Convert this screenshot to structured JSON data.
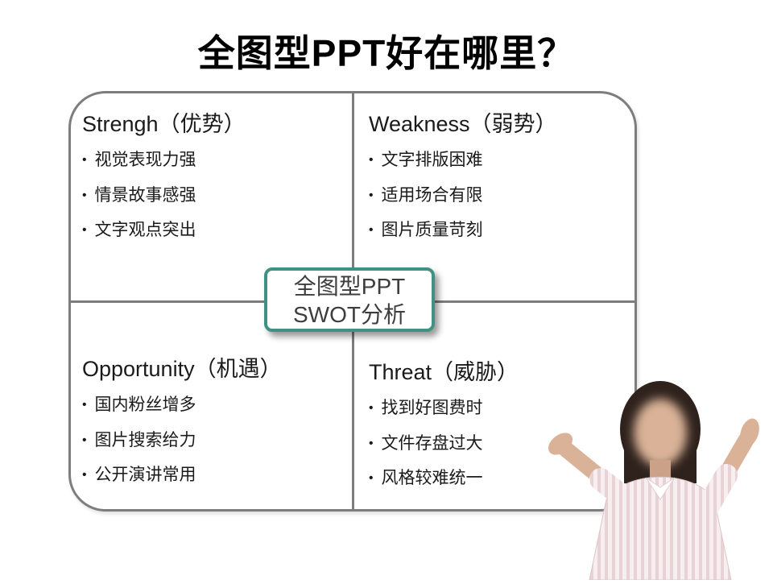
{
  "slide": {
    "title": "全图型PPT好在哪里？"
  },
  "quadrants": [
    {
      "id": "strength",
      "heading": "Strengh（优势）",
      "items": [
        "视觉表现力强",
        "情景故事感强",
        "文字观点突出"
      ]
    },
    {
      "id": "weakness",
      "heading": "Weakness（弱势）",
      "items": [
        "文字排版困难",
        "适用场合有限",
        "图片质量苛刻"
      ]
    },
    {
      "id": "opportunity",
      "heading": "Opportunity（机遇）",
      "items": [
        "国内粉丝增多",
        "图片搜索给力",
        "公开演讲常用"
      ]
    },
    {
      "id": "threat",
      "heading": "Threat（威胁）",
      "items": [
        "找到好图费时",
        "文件存盘过大",
        "风格较难统一"
      ]
    }
  ],
  "center_box": {
    "line1": "全图型PPT",
    "line2": "SWOT分析"
  },
  "colors": {
    "grid_border": "#7d7d7d",
    "center_box_border": "#3f9183",
    "title_color": "#000000",
    "text_color": "#1a1a1a"
  }
}
